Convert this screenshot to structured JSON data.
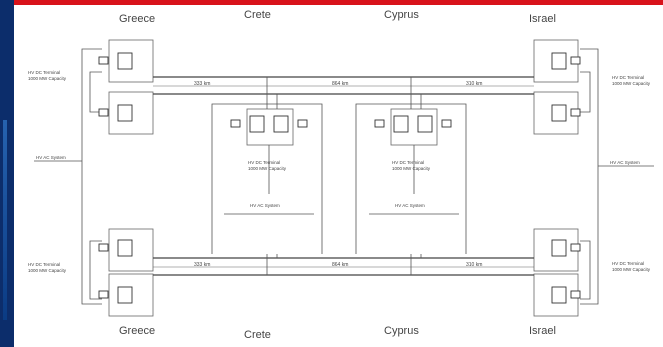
{
  "colors": {
    "frame_red": "#d8131b",
    "frame_blue": "#0c2d6b",
    "line": "#555555"
  },
  "places": {
    "greece_top": "Greece",
    "crete_top": "Crete",
    "cyprus_top": "Cyprus",
    "israel_top": "Israel",
    "greece_bottom": "Greece",
    "crete_bottom": "Crete",
    "cyprus_bottom": "Cyprus",
    "israel_bottom": "Israel"
  },
  "distances": {
    "top_left": "333 km",
    "top_mid": "864 km",
    "top_right": "310 km",
    "bottom_left": "333 km",
    "bottom_mid": "864 km",
    "bottom_right": "310 km"
  },
  "terminals": {
    "left_top": [
      "HV DC Terminal",
      "1000 MW Capacity"
    ],
    "left_bottom": [
      "HV DC Terminal",
      "1000 MW Capacity"
    ],
    "right_top": [
      "HV DC Terminal",
      "1000 MW Capacity"
    ],
    "right_bottom": [
      "HV DC Terminal",
      "1000 MW Capacity"
    ],
    "crete": [
      "HV DC Terminal",
      "1000 MW Capacity"
    ],
    "cyprus": [
      "HV DC Terminal",
      "1000 MW Capacity"
    ]
  },
  "ac_systems": {
    "left": "HV AC System",
    "right": "HV AC System",
    "crete": "HV AC System",
    "cyprus": "HV AC System"
  }
}
